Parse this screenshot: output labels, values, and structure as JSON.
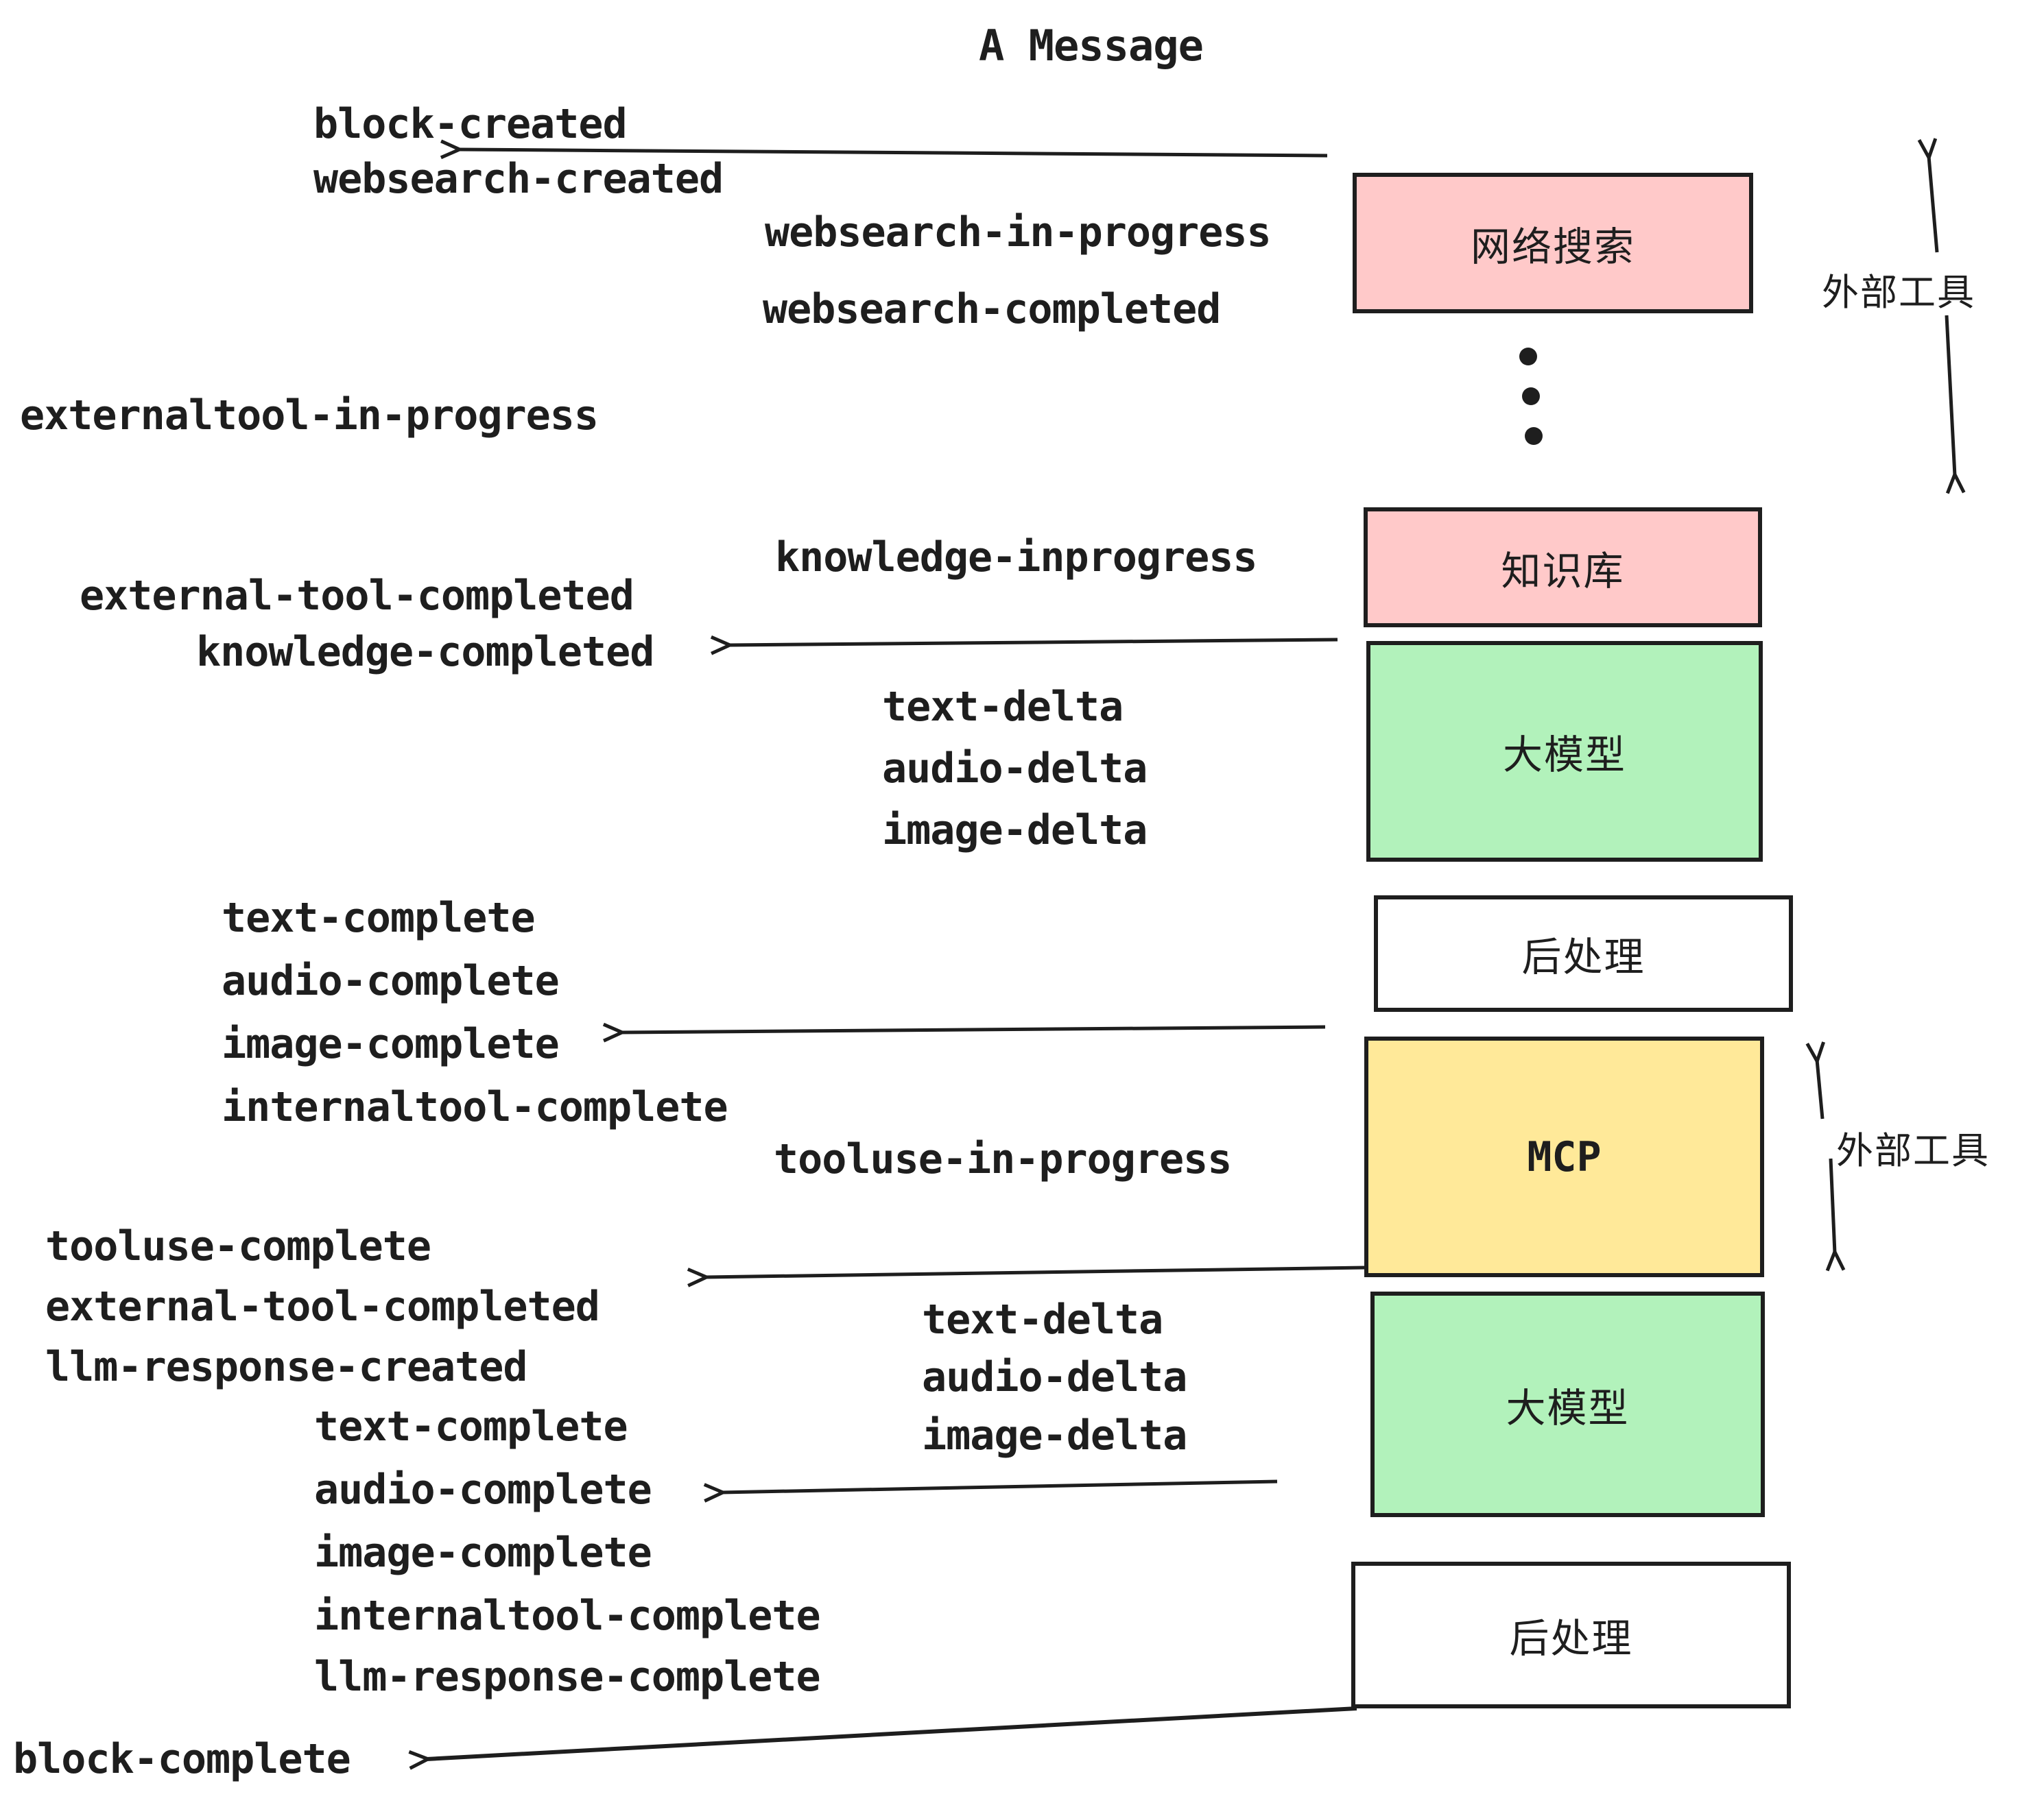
{
  "title": "A Message",
  "colors": {
    "ink": "#1e1e1e",
    "pink": "#ffc9c9",
    "green": "#b2f2bb",
    "yellow": "#ffe999",
    "white": "#ffffff"
  },
  "boxes": {
    "websearch": "网络搜索",
    "knowledge": "知识库",
    "llm": "大模型",
    "postprocess": "后处理",
    "mcp": "MCP"
  },
  "side_labels": {
    "external_tools": "外部工具"
  },
  "events": {
    "block_created": "block-created",
    "websearch_created": "websearch-created",
    "websearch_in_progress": "websearch-in-progress",
    "websearch_completed": "websearch-completed",
    "externaltool_in_progress": "externaltool-in-progress",
    "knowledge_inprogress": "knowledge-inprogress",
    "external_tool_completed": "external-tool-completed",
    "knowledge_completed": "knowledge-completed",
    "text_delta": "text-delta",
    "audio_delta": "audio-delta",
    "image_delta": "image-delta",
    "text_complete": "text-complete",
    "audio_complete": "audio-complete",
    "image_complete": "image-complete",
    "internaltool_complete": "internaltool-complete",
    "tooluse_in_progress": "tooluse-in-progress",
    "tooluse_complete": "tooluse-complete",
    "llm_response_created": "llm-response-created",
    "llm_response_complete": "llm-response-complete",
    "block_complete": "block-complete"
  }
}
